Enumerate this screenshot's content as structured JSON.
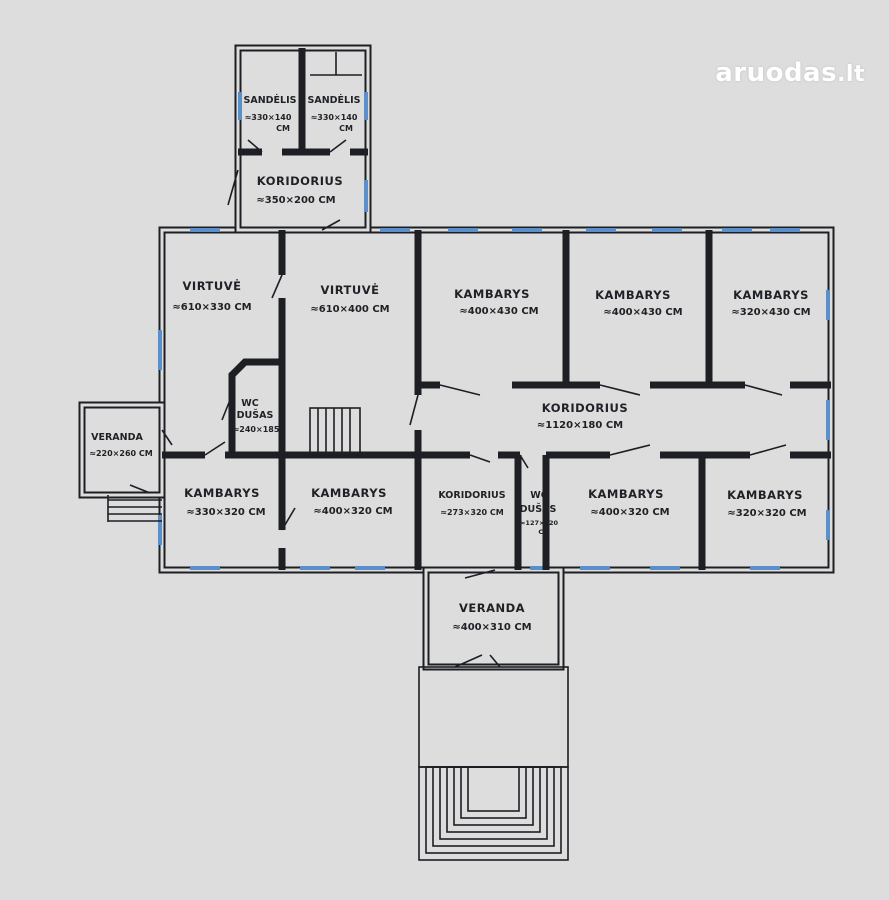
{
  "watermark": {
    "brand": "aruodas",
    "suffix": ".lt"
  },
  "rooms": {
    "sandelis_1": {
      "name": "SANDĖLIS",
      "dim1": "≈330×140",
      "dim2": "CM"
    },
    "sandelis_2": {
      "name": "SANDĖLIS",
      "dim1": "≈330×140",
      "dim2": "CM"
    },
    "koridorius_top": {
      "name": "KORIDORIUS",
      "dim": "≈350×200 CM"
    },
    "virtuve_1": {
      "name": "VIRTUVĖ",
      "dim": "≈610×330 CM"
    },
    "virtuve_2": {
      "name": "VIRTUVĖ",
      "dim": "≈610×400 CM"
    },
    "kambarys_n1": {
      "name": "KAMBARYS",
      "dim": "≈400×430 CM"
    },
    "kambarys_n2": {
      "name": "KAMBARYS",
      "dim": "≈400×430 CM"
    },
    "kambarys_n3": {
      "name": "KAMBARYS",
      "dim": "≈320×430 CM"
    },
    "wc_dusas_1": {
      "name1": "WC",
      "name2": "DUŠAS",
      "dim": "≈240×185"
    },
    "koridorius_main": {
      "name": "KORIDORIUS",
      "dim": "≈1120×180 CM"
    },
    "veranda_left": {
      "name": "VERANDA",
      "dim": "≈220×260 CM"
    },
    "kambarys_s1": {
      "name": "KAMBARYS",
      "dim": "≈330×320 CM"
    },
    "kambarys_s2": {
      "name": "KAMBARYS",
      "dim": "≈400×320 CM"
    },
    "koridorius_small": {
      "name": "KORIDORIUS",
      "dim": "≈273×320 CM"
    },
    "wc_dusas_2": {
      "name1": "WC",
      "name2": "DUŠAS",
      "dim1": "≈127×320",
      "dim2": "CM"
    },
    "kambarys_s3": {
      "name": "KAMBARYS",
      "dim": "≈400×320 CM"
    },
    "kambarys_s4": {
      "name": "KAMBARYS",
      "dim": "≈320×320 CM"
    },
    "veranda_bottom": {
      "name": "VERANDA",
      "dim": "≈400×310 CM"
    }
  }
}
